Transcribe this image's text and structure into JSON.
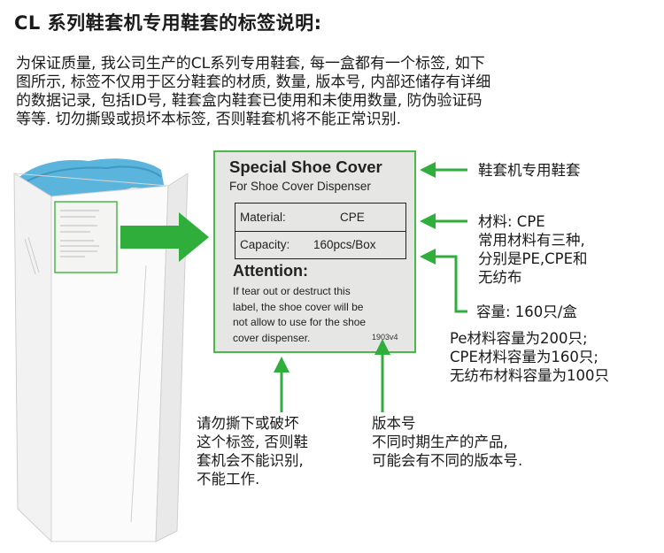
{
  "heading": "CL 系列鞋套机专用鞋套的标签说明:",
  "intro_lines": [
    "为保证质量, 我公司生产的CL系列专用鞋套, 每一盒都有一个标签, 如下",
    "图所示, 标签不仅用于区分鞋套的材质, 数量, 版本号, 内部还储存有详细",
    "的数据记录, 包括ID号, 鞋套盒内鞋套已使用和未使用数量, 防伪验证码",
    "等等. 切勿撕毁或损坏本标签, 否则鞋套机将不能正常识别."
  ],
  "label": {
    "title": "Special Shoe Cover",
    "subtitle": "For Shoe Cover Dispenser",
    "material_key": "Material:",
    "material_value": "CPE",
    "capacity_key": "Capacity:",
    "capacity_value": "160pcs/Box",
    "attention": "Attention:",
    "attention_lines": [
      "If tear out or destruct this",
      "label, the shoe cover will be",
      "not allow to use for the shoe",
      "cover dispenser."
    ],
    "version": "1903v4"
  },
  "callouts": {
    "name": "鞋套机专用鞋套",
    "material_lines": [
      "材料: CPE",
      "常用材料有三种,",
      "分别是PE,CPE和",
      "无纺布"
    ],
    "capacity": "容量: 160只/盒",
    "capacity_detail_lines": [
      "Pe材料容量为200只;",
      "CPE材料容量为160只;",
      "无纺布材料容量为100只"
    ],
    "warning_lines": [
      "请勿撕下或破坏",
      "这个标签, 否则鞋",
      "套机会不能识别,",
      "不能工作."
    ],
    "version_lines": [
      "版本号",
      "不同时期生产的产品,",
      "可能会有不同的版本号."
    ]
  },
  "colors": {
    "arrow_green": "#2fae3c",
    "card_border": "#4bb84a",
    "shoe_cover_blue": "#5ab4dc"
  }
}
